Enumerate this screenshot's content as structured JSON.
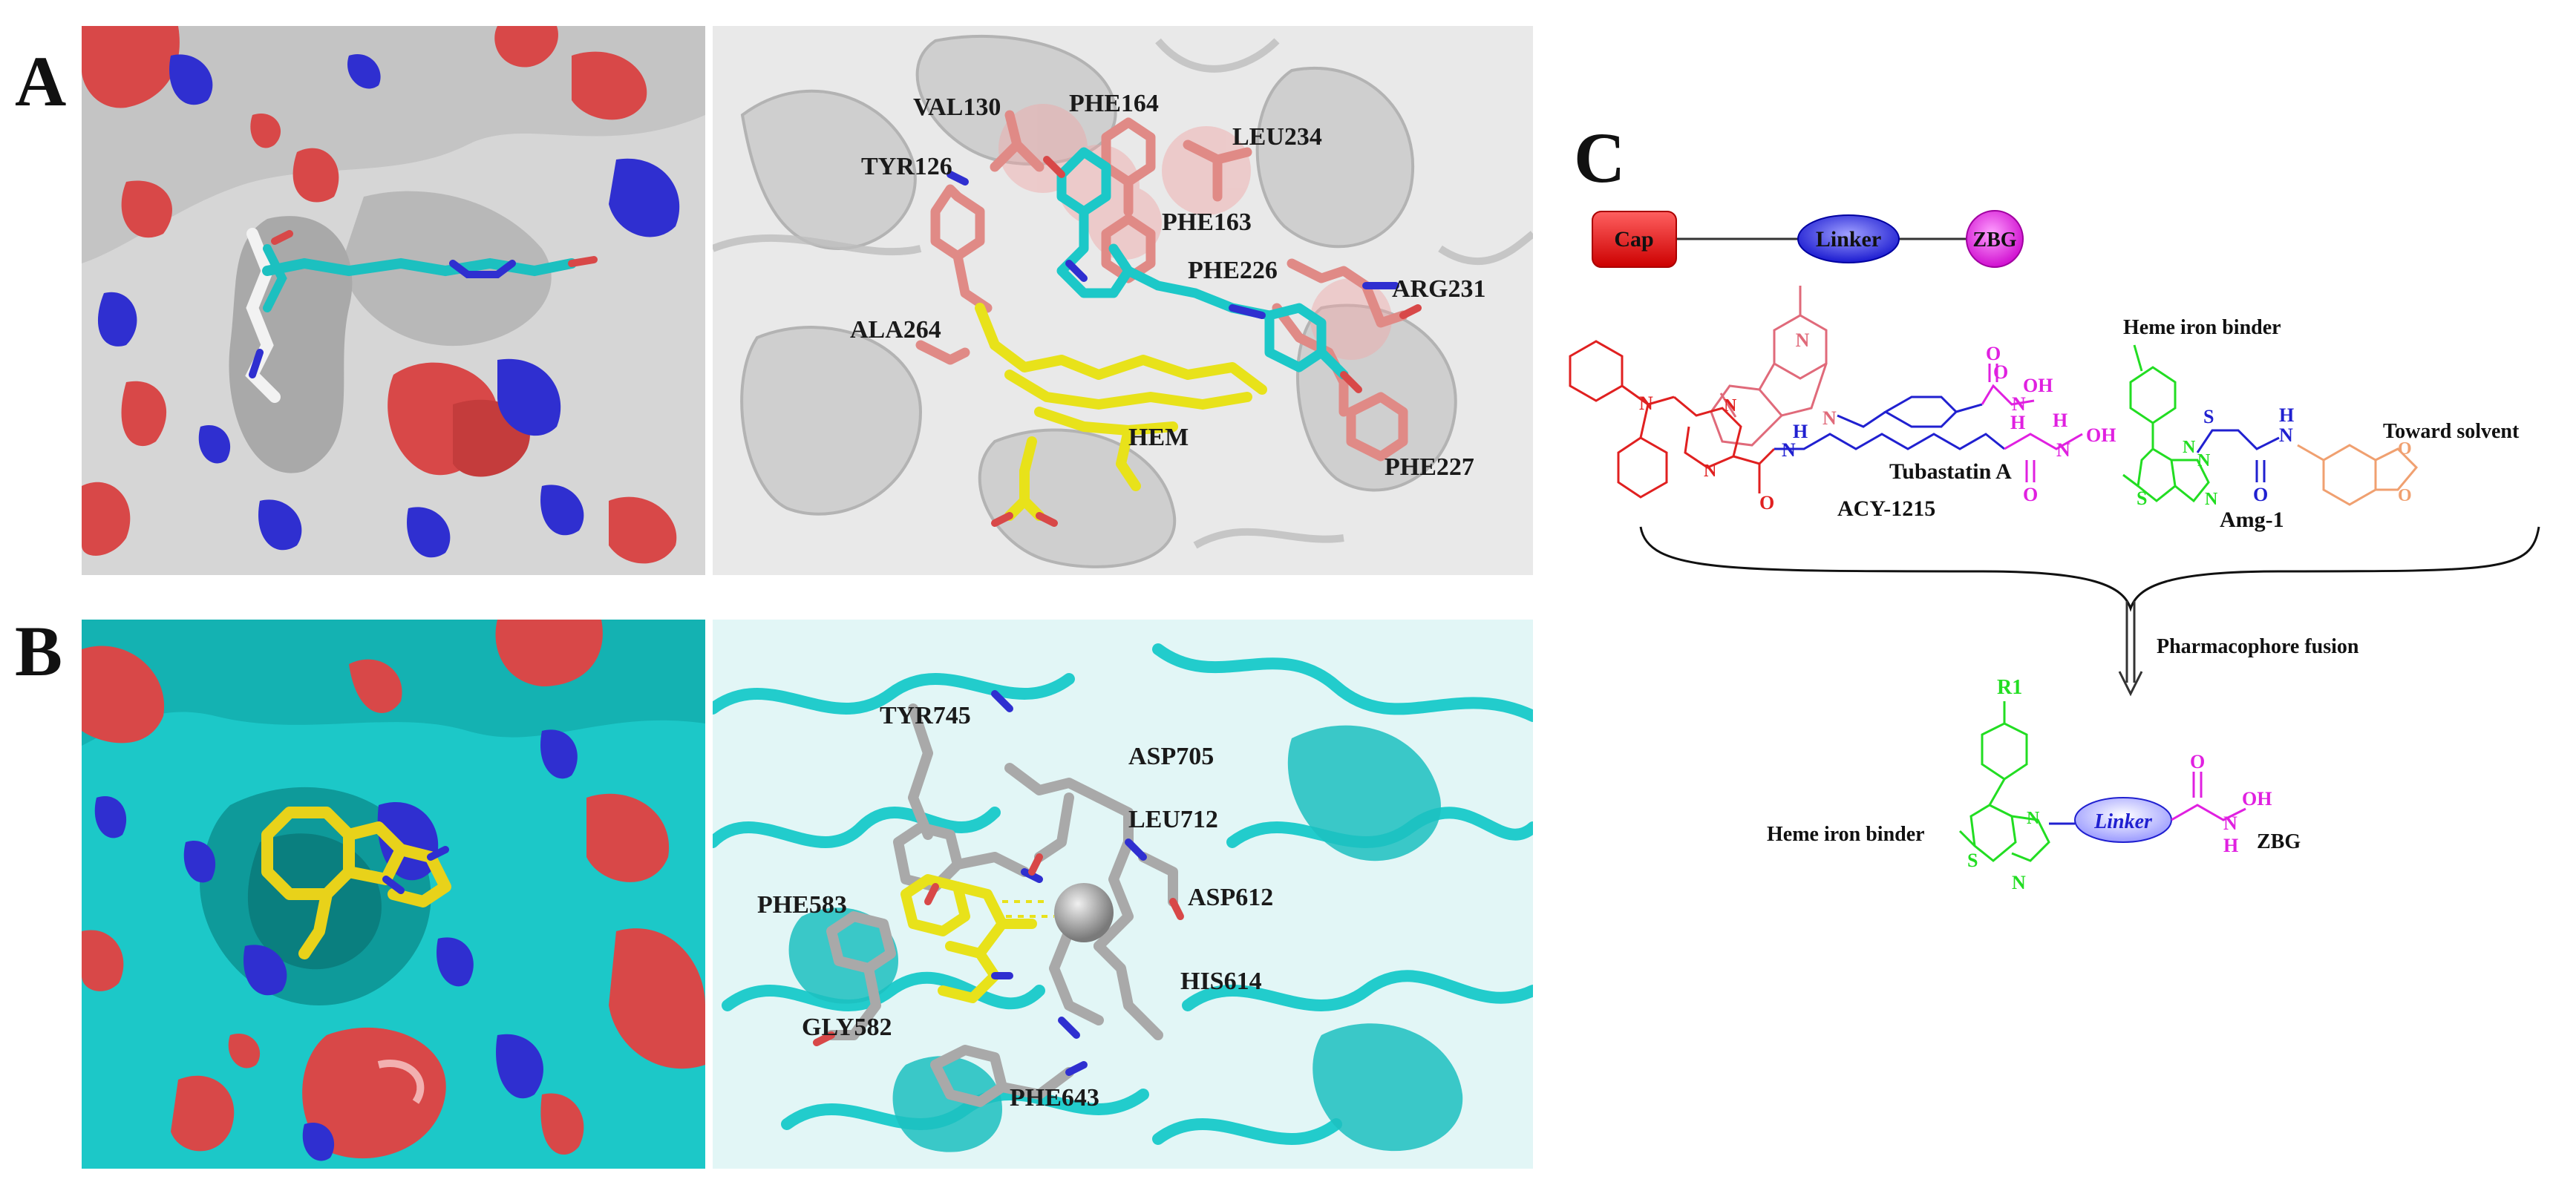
{
  "panels": {
    "a": {
      "letter": "A"
    },
    "b": {
      "letter": "B"
    },
    "c": {
      "letter": "C"
    }
  },
  "panel_a_residues": [
    "VAL130",
    "PHE164",
    "LEU234",
    "TYR126",
    "PHE163",
    "PHE226",
    "ARG231",
    "ALA264",
    "HEM",
    "PHE227"
  ],
  "panel_b_residues": [
    "TYR745",
    "ASP705",
    "LEU712",
    "PHE583",
    "ASP612",
    "HIS614",
    "GLY582",
    "PHE643"
  ],
  "pharmacophore": {
    "cap": "Cap",
    "linker": "Linker",
    "zbg": "ZBG"
  },
  "compounds": {
    "tubastatin": "Tubastatin A",
    "acy": "ACY-1215",
    "amg": "Amg-1"
  },
  "annotations": {
    "heme_binder_top": "Heme iron binder",
    "toward_solvent": "Toward solvent",
    "pharmacophore_fusion": "Pharmacophore fusion",
    "heme_binder_bottom": "Heme iron binder",
    "zbg_bottom": "ZBG",
    "linker_bottom": "Linker",
    "r1": "R1"
  },
  "atoms": {
    "O": "O",
    "N": "N",
    "H": "H",
    "OH": "OH",
    "S": "S"
  },
  "colors": {
    "red_surface": "#d84848",
    "blue_surface": "#2f2fd0",
    "grey_surface": "#d2d2d2",
    "cyan_surface": "#1cc8c8",
    "salmon": "#e08a86",
    "yellow": "#e8e21a",
    "magenta": "#e020e0",
    "green": "#22dd22",
    "blue_chem": "#2020d0",
    "red_chem": "#e02020",
    "orange_chem": "#f0a070"
  }
}
